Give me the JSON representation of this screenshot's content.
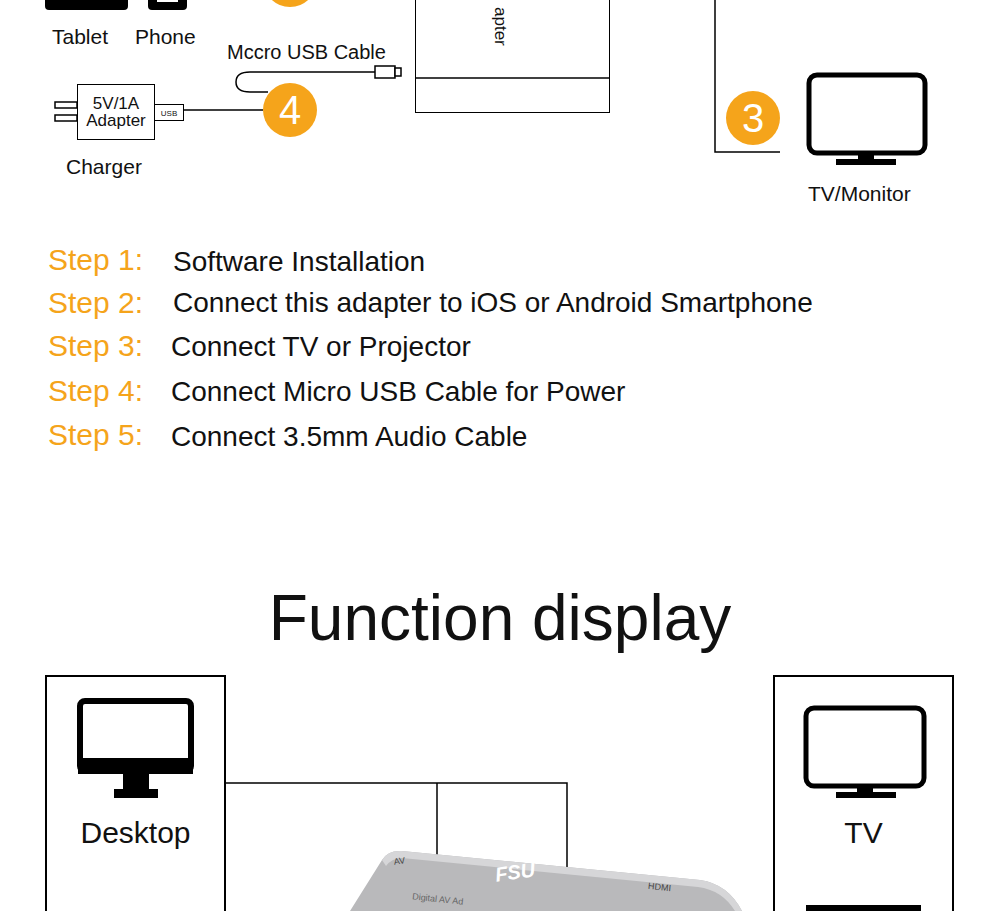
{
  "diagram": {
    "title": "Function display",
    "nodes": [
      {
        "text": [
          "5V/1A Adapter",
          "Charger"
        ]
      },
      {
        "text": [
          "USB"
        ],
        "in": 0
      },
      {
        "text": [
          "4"
        ]
      },
      {
        "text": [
          "apter"
        ]
      },
      {
        "text": [
          "3"
        ]
      },
      {
        "text": [
          "Desktop"
        ]
      },
      {
        "text": [
          "TV"
        ]
      }
    ],
    "edges": [
      {
        "from": 1,
        "to": 2,
        "arrow": "none"
      }
    ],
    "labels": [
      "Tablet",
      "Phone",
      "Mccro USB Cable",
      "TV/Monitor",
      "Step 1:",
      "Software Installation",
      "Step 2:",
      "Connect this adapter to iOS or Android Smartphone",
      "Step 3:",
      "Connect TV or Projector",
      "Step 4:",
      "Connect Micro USB Cable for Power",
      "Step 5:",
      "Connect 3.5mm Audio Cable",
      "FSU",
      "AV",
      "HDMI",
      "Digital AV Ad"
    ]
  }
}
